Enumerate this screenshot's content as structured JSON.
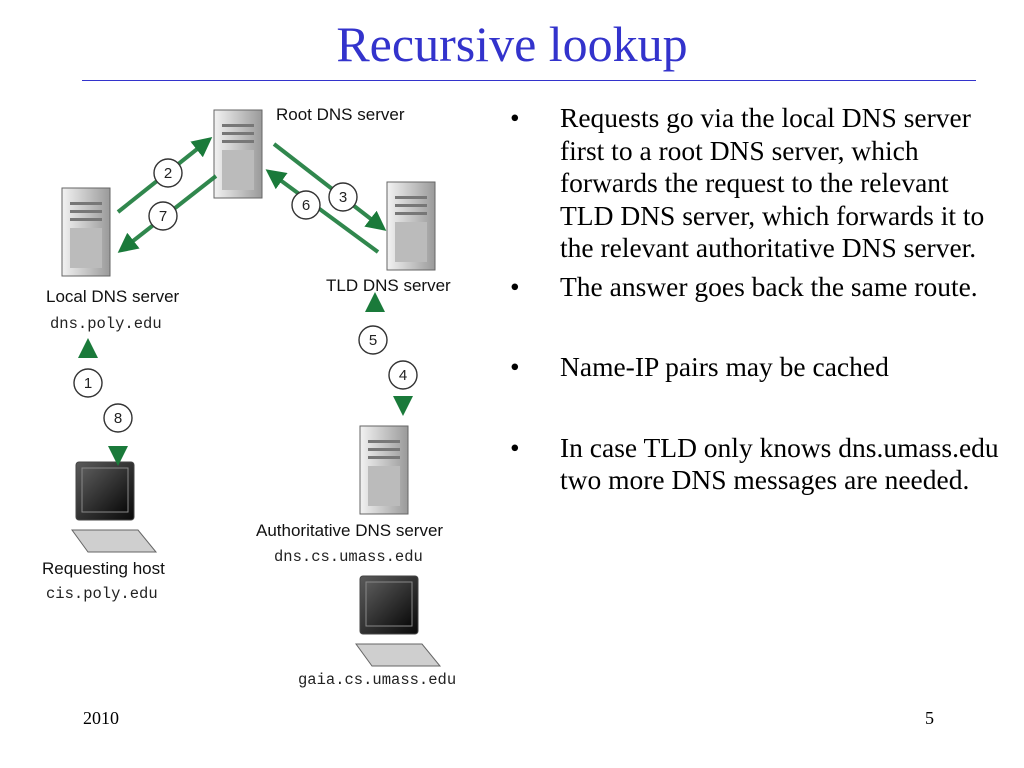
{
  "title": "Recursive lookup",
  "diagram": {
    "nodes": {
      "root": {
        "label": "Root DNS server",
        "hostname": ""
      },
      "local": {
        "label": "Local DNS server",
        "hostname": "dns.poly.edu"
      },
      "tld": {
        "label": "TLD DNS server",
        "hostname": ""
      },
      "auth": {
        "label": "Authoritative DNS server",
        "hostname": "dns.cs.umass.edu"
      },
      "host": {
        "label": "Requesting host",
        "hostname": "cis.poly.edu"
      },
      "target": {
        "label": "",
        "hostname": "gaia.cs.umass.edu"
      }
    },
    "steps": [
      "1",
      "2",
      "3",
      "4",
      "5",
      "6",
      "7",
      "8"
    ],
    "colors": {
      "arrow": "#1a7a3a",
      "arrow_fade": "#b6dcbf",
      "server": "#d9d9d9"
    }
  },
  "bullets": [
    "Requests go via the local DNS server first to a root DNS server, which forwards the request to the relevant TLD DNS server, which forwards it to the relevant authoritative DNS server.",
    "The answer goes back the same route.",
    "Name-IP pairs may be cached",
    "In case TLD only knows dns.umass.edu two more DNS messages are needed."
  ],
  "footer": {
    "year": "2010",
    "page": "5"
  },
  "colors": {
    "title": "#3333cc"
  }
}
